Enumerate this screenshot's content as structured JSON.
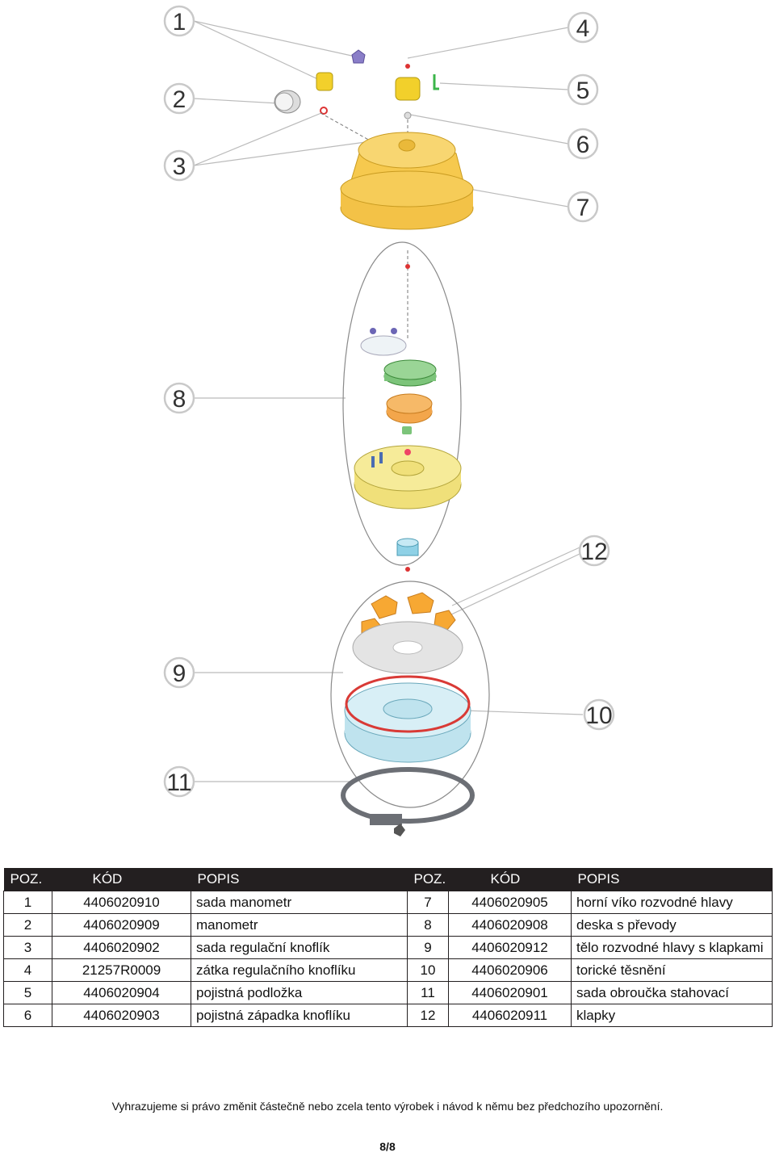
{
  "callouts": [
    "1",
    "2",
    "3",
    "4",
    "5",
    "6",
    "7",
    "8",
    "9",
    "10",
    "11",
    "12"
  ],
  "table": {
    "headers": [
      "POZ.",
      "KÓD",
      "POPIS",
      "POZ.",
      "KÓD",
      "POPIS"
    ],
    "rows": [
      [
        "1",
        "4406020910",
        "sada manometr",
        "7",
        "4406020905",
        "horní víko rozvodné hlavy"
      ],
      [
        "2",
        "4406020909",
        "manometr",
        "8",
        "4406020908",
        "deska s převody"
      ],
      [
        "3",
        "4406020902",
        "sada regulační knoflík",
        "9",
        "4406020912",
        "tělo rozvodné hlavy s klapkami"
      ],
      [
        "4",
        "21257R0009",
        "zátka regulačního knoflíku",
        "10",
        "4406020906",
        "torické těsnění"
      ],
      [
        "5",
        "4406020904",
        "pojistná podložka",
        "11",
        "4406020901",
        "sada obroučka stahovací"
      ],
      [
        "6",
        "4406020903",
        "pojistná západka knoflíku",
        "12",
        "4406020911",
        "klapky"
      ]
    ]
  },
  "footer": {
    "note": "Vyhrazujeme si právo změnit  částečně nebo zcela tento výrobek i návod k němu bez předchozího upozornění.",
    "page": "8/8"
  },
  "colors": {
    "table_header_bg": "#231f20",
    "lid_yellow": "#f6c94e",
    "gear_green": "#7cc47a",
    "impeller_orange": "#f3a64b",
    "body_blue": "#bfe3ee",
    "seal_red": "#d93a36",
    "flap_orange": "#f7a833"
  }
}
